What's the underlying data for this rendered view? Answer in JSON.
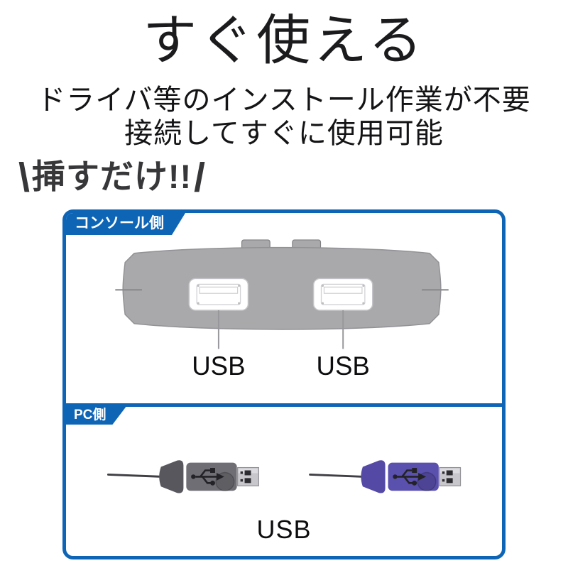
{
  "header": {
    "title": "すぐ使える",
    "subtitle_line1": "ドライバ等のインストール作業が不要",
    "subtitle_line2": "接続してすぐに使用可能",
    "tagline_slash_left": "\\",
    "tagline_text": "挿すだけ!!",
    "tagline_slash_right": "/"
  },
  "panel": {
    "console": {
      "tab_label": "コンソール側",
      "port_labels": [
        "USB",
        "USB"
      ]
    },
    "pc": {
      "tab_label": "PC側",
      "connector_label": "USB",
      "connectors": [
        {
          "icon": "usb-plug-gray",
          "color": "#6e6e74"
        },
        {
          "icon": "usb-plug-purple",
          "color": "#5a50ae"
        }
      ]
    }
  },
  "colors": {
    "accent_blue": "#0e65b6",
    "device_gray": "#a9a9ab",
    "plug_gray": "#6e6e74",
    "plug_purple": "#5a50ae",
    "text_dark": "#1b1b1d"
  }
}
